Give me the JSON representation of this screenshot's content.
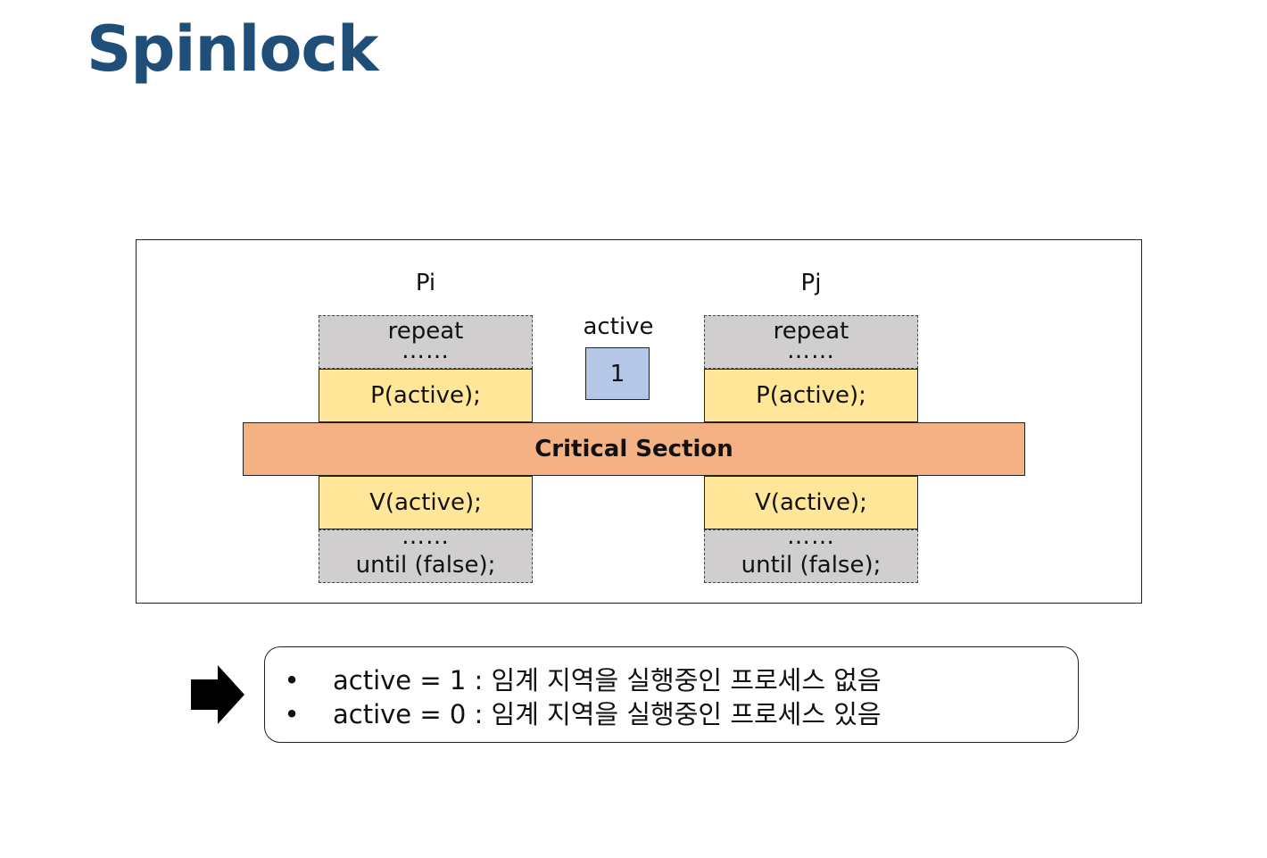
{
  "title": "Spinlock",
  "diagram": {
    "pi": {
      "label": "Pi",
      "top_line1": "repeat",
      "top_line2": "……",
      "p_op": "P(active);",
      "v_op": "V(active);",
      "bottom_line1": "……",
      "bottom_line2": "until (false);"
    },
    "pj": {
      "label": "Pj",
      "top_line1": "repeat",
      "top_line2": "……",
      "p_op": "P(active);",
      "v_op": "V(active);",
      "bottom_line1": "……",
      "bottom_line2": "until (false);"
    },
    "active": {
      "label": "active",
      "value": "1"
    },
    "critical_section": "Critical Section"
  },
  "notes": {
    "bullet": "•",
    "items": [
      "active = 1 : 임계 지역을 실행중인 프로세스 없음",
      "active = 0 : 임계 지역을 실행중인 프로세스 있음"
    ]
  },
  "colors": {
    "title": "#1f4e79",
    "gray_block": "#d0cece",
    "yellow_block": "#ffe699",
    "critical_section": "#f4b183",
    "active_box": "#b4c7e7"
  },
  "icons": {
    "arrow": "right-arrow-icon"
  }
}
